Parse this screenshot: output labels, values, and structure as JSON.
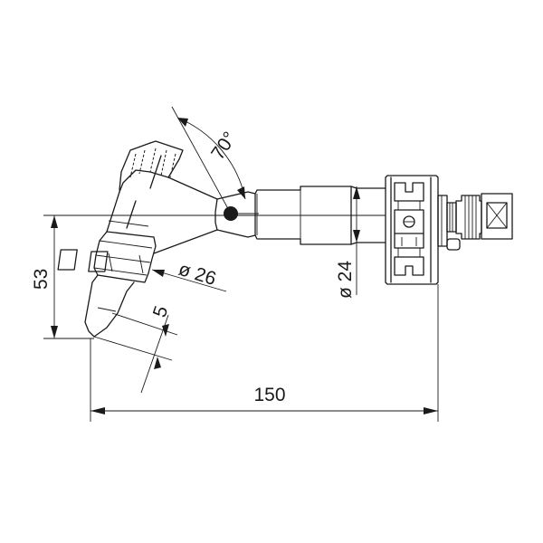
{
  "dimensions": {
    "angle": "70°",
    "height": "53",
    "diameter_nozzle": "ø 26",
    "diameter_tube": "ø 24",
    "offset": "5",
    "length": "150"
  }
}
